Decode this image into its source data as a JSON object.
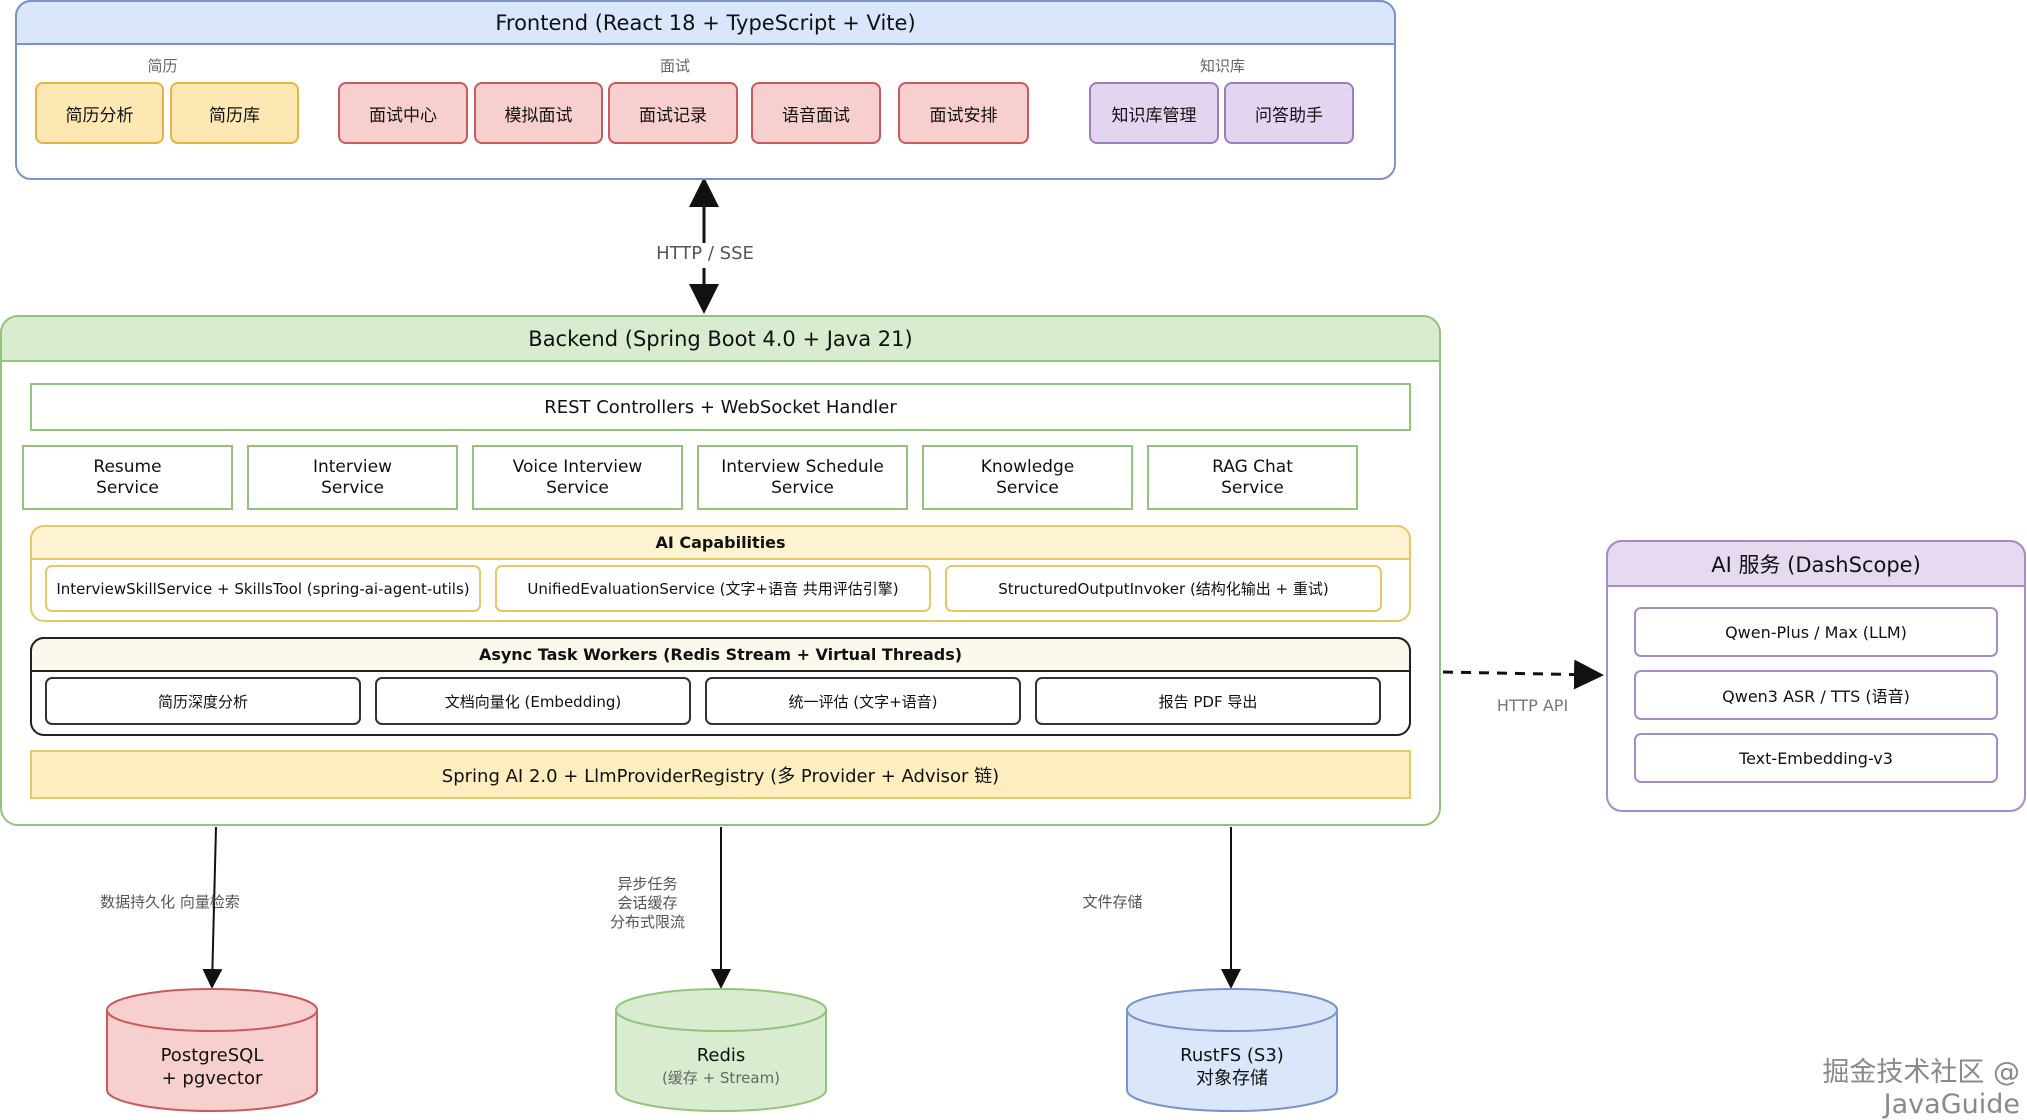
{
  "frontend": {
    "title": "Frontend (React 18 + TypeScript + Vite)",
    "groups": [
      {
        "label": "简历",
        "items": [
          "简历分析",
          "简历库"
        ]
      },
      {
        "label": "面试",
        "items": [
          "面试中心",
          "模拟面试",
          "面试记录",
          "语音面试",
          "面试安排"
        ]
      },
      {
        "label": "知识库",
        "items": [
          "知识库管理",
          "问答助手"
        ]
      }
    ]
  },
  "edges": {
    "frontend_backend": "HTTP / SSE",
    "backend_ai": "HTTP API",
    "postgres": "数据持久化 向量检索",
    "redis": [
      "异步任务",
      "会话缓存",
      "分布式限流"
    ],
    "rustfs": "文件存储"
  },
  "backend": {
    "title": "Backend (Spring Boot 4.0 + Java 21)",
    "controllers": "REST Controllers + WebSocket Handler",
    "services": [
      [
        "Resume",
        "Service"
      ],
      [
        "Interview",
        "Service"
      ],
      [
        "Voice Interview",
        "Service"
      ],
      [
        "Interview Schedule",
        "Service"
      ],
      [
        "Knowledge",
        "Service"
      ],
      [
        "RAG Chat",
        "Service"
      ]
    ],
    "ai_capabilities": {
      "title": "AI Capabilities",
      "items": [
        "InterviewSkillService + SkillsTool (spring-ai-agent-utils)",
        "UnifiedEvaluationService (文字+语音 共用评估引擎)",
        "StructuredOutputInvoker (结构化输出 + 重试)"
      ]
    },
    "async_workers": {
      "title": "Async Task Workers (Redis Stream + Virtual Threads)",
      "items": [
        "简历深度分析",
        "文档向量化 (Embedding)",
        "统一评估 (文字+语音)",
        "报告 PDF 导出"
      ]
    },
    "spring_ai": "Spring AI 2.0 + LlmProviderRegistry (多 Provider + Advisor 链)"
  },
  "ai_service": {
    "title": "AI 服务 (DashScope)",
    "items": [
      "Qwen-Plus / Max (LLM)",
      "Qwen3 ASR / TTS (语音)",
      "Text-Embedding-v3"
    ]
  },
  "storage": {
    "postgres": {
      "line1": "PostgreSQL",
      "line2": "+ pgvector"
    },
    "redis": {
      "line1": "Redis",
      "line2": "(缓存 + Stream)"
    },
    "rustfs": {
      "line1": "RustFS (S3)",
      "line2": "对象存储"
    }
  },
  "colors": {
    "frontend": "#dae7fb",
    "backend": "#d9ecd0",
    "ai_service": "#e6daf1",
    "postgres": "#f8cfcf",
    "redis": "#d9ecd0",
    "rustfs": "#dae7fb"
  },
  "watermark": "掘金技术社区 @ JavaGuide"
}
